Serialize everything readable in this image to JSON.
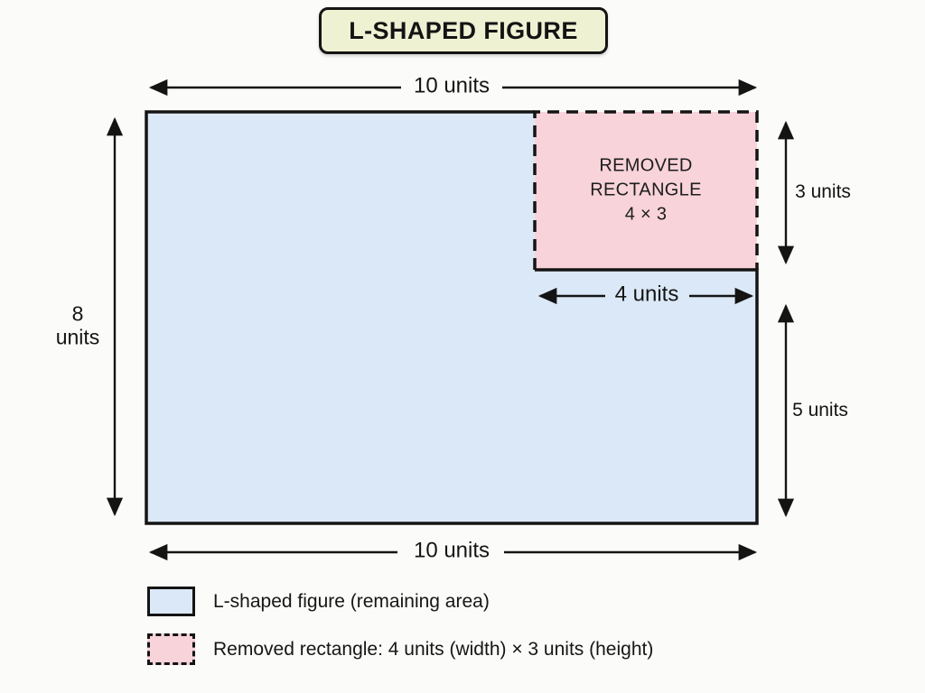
{
  "title": "L-SHAPED FIGURE",
  "colors": {
    "background": "#fbfbf9",
    "lshape_fill": "#dbe8f7",
    "removed_fill": "#f8d3da",
    "outline": "#141414",
    "title_bg": "#eff1d3"
  },
  "figure": {
    "removed_label": "REMOVED\nRECTANGLE\n4 × 3"
  },
  "dimensions": {
    "top": "10 units",
    "bottom": "10 units",
    "left": "8\nunits",
    "right_top": "3 units",
    "right_bottom": "5 units",
    "inner_width": "4 units"
  },
  "legend": [
    {
      "label": "L-shaped figure (remaining area)"
    },
    {
      "label": "Removed rectangle: 4 units (width) × 3 units (height)"
    }
  ]
}
